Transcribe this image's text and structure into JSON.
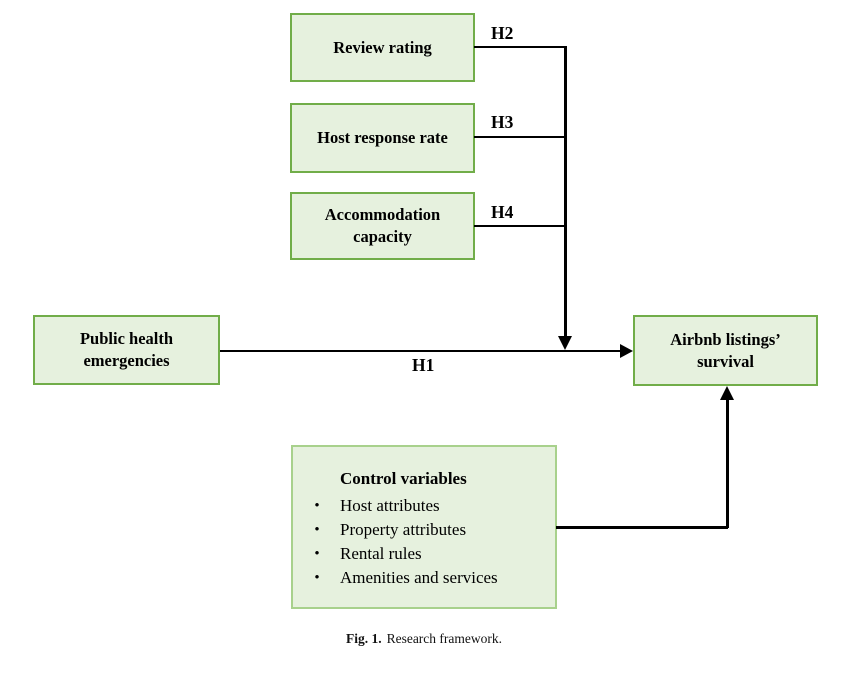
{
  "palette": {
    "box_fill": "#e6f1de",
    "box_border_dark": "#71ad49",
    "box_border_light": "#a8d18c",
    "line_color": "#000000"
  },
  "boxes": {
    "review_rating": {
      "label": "Review rating"
    },
    "host_response_rate": {
      "label": "Host response rate"
    },
    "accommodation_capacity": {
      "label": "Accommodation capacity"
    },
    "public_health_emergencies": {
      "label": "Public health emergencies"
    },
    "airbnb_survival": {
      "label": "Airbnb listings’ survival"
    },
    "control_variables": {
      "title": "Control variables",
      "bullet_glyph": "•",
      "items": [
        "Host attributes",
        "Property attributes",
        "Rental rules",
        "Amenities and services"
      ]
    }
  },
  "hypothesis_labels": {
    "h1": "H1",
    "h2": "H2",
    "h3": "H3",
    "h4": "H4"
  },
  "caption": {
    "fig_label": "Fig. 1.",
    "text": "Research framework."
  }
}
